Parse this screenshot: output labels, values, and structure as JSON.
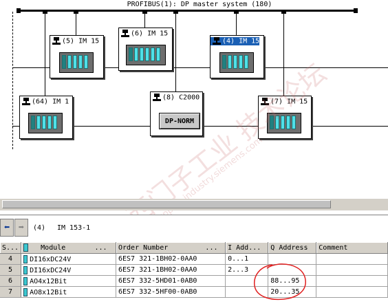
{
  "network": {
    "title": "PROFIBUS(1): DP master system (180)"
  },
  "stations": [
    {
      "label": "(5) IM 15",
      "selected": false
    },
    {
      "label": "(6) IM 15",
      "selected": false
    },
    {
      "label": "(4) IM 15",
      "selected": true
    },
    {
      "label": "(64) IM 1",
      "selected": false
    },
    {
      "label": "(8) C2000",
      "selected": false,
      "module_text": "DP-NORM"
    },
    {
      "label": "(7) IM 15",
      "selected": false
    }
  ],
  "watermark": {
    "line1": "西门子工业 技术论坛",
    "line2": "support.industry.siemens.com"
  },
  "detail": {
    "station_number": "(4)",
    "station_name": "IM 153-1"
  },
  "table": {
    "headers": {
      "slot": "S...",
      "module": "Module",
      "module_dots": "...",
      "order": "Order Number",
      "order_dots": "...",
      "iaddr": "I Add...",
      "qaddr": "Q Address",
      "comment": "Comment"
    },
    "rows": [
      {
        "slot": "4",
        "module": "DI16xDC24V",
        "order": "6ES7 321-1BH02-0AA0",
        "iaddr": "0...1",
        "qaddr": "",
        "comment": ""
      },
      {
        "slot": "5",
        "module": "DI16xDC24V",
        "order": "6ES7 321-1BH02-0AA0",
        "iaddr": "2...3",
        "qaddr": "",
        "comment": ""
      },
      {
        "slot": "6",
        "module": "AO4x12Bit",
        "order": "6ES7 332-5HD01-0AB0",
        "iaddr": "",
        "qaddr": "88...95",
        "comment": ""
      },
      {
        "slot": "7",
        "module": "AO8x12Bit",
        "order": "6ES7 332-5HF00-0AB0",
        "iaddr": "",
        "qaddr": "20...35",
        "comment": ""
      }
    ]
  },
  "colors": {
    "selection": "#1a5fb4",
    "annotation_circle": "#e02020",
    "module_cyan": "#4fe0e8"
  }
}
